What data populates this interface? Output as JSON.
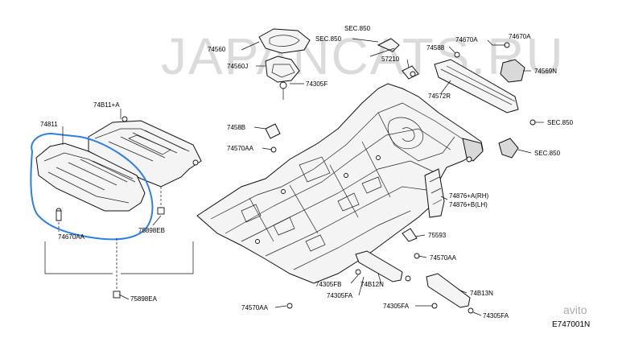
{
  "watermark": "JAPANCATS.RU",
  "watermark_bottom": "avito",
  "diagram_code": "E747001N",
  "labels": {
    "l_74811": "74811",
    "l_74811A": "74B11+A",
    "l_74670AA": "74670AA",
    "l_75898EB": "75898EB",
    "l_75898EA": "75898EA",
    "l_74560": "74560",
    "l_74560J": "74560J",
    "l_74305F": "74305F",
    "l_sec850_a": "SEC.850",
    "l_sec850_b": "SEC.850",
    "l_57210": "57210",
    "l_74588": "74588",
    "l_74670A_1": "74670A",
    "l_74670A_2": "74670A",
    "l_74569N": "74569N",
    "l_74572R": "74572R",
    "l_sec850_c": "SEC.850",
    "l_sec850_d": "SEC.850",
    "l_74588b": "7458B",
    "l_74570AA_1": "74570AA",
    "l_74876": "74876+A(RH)",
    "l_74876b": "74876+B(LH)",
    "l_75593": "75593",
    "l_74570AA_2": "74570AA",
    "l_74305FB": "74305FB",
    "l_74812N": "74B12N",
    "l_74813N": "74B13N",
    "l_74305FA_1": "74305FA",
    "l_74305FA_2": "74305FA",
    "l_74305FA_3": "74305FA",
    "l_74570AA_3": "74570AA"
  },
  "highlight_color": "#2f7fe0"
}
